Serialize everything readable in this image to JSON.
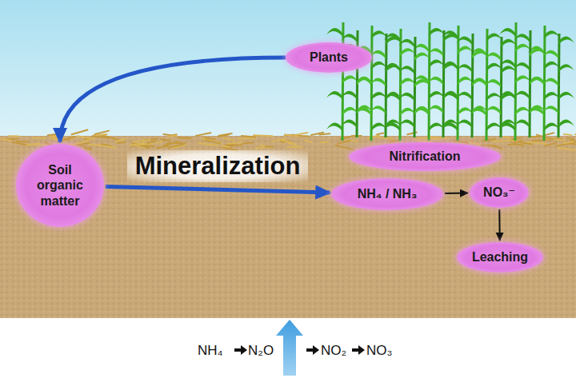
{
  "diagram": {
    "nodes": [
      {
        "text": [
          "Plants"
        ]
      },
      {
        "text": [
          "Soil organic matter"
        ]
      },
      {
        "text": [
          "Nitrification"
        ]
      },
      {
        "text": [
          "NH₄ / NH₃"
        ]
      },
      {
        "text": [
          "NO₃⁻"
        ]
      },
      {
        "text": [
          "Leaching"
        ]
      }
    ],
    "edges": [
      {
        "from": 0,
        "to": 1,
        "arrow": "to"
      },
      {
        "from": 1,
        "to": 3,
        "label": "Mineralization",
        "arrow": "to"
      },
      {
        "from": 3,
        "to": 4,
        "arrow": "to"
      },
      {
        "from": 4,
        "to": 5,
        "arrow": "to"
      }
    ],
    "labels": [
      "NH₄",
      "N₂O",
      "NO₂",
      "NO₃"
    ]
  }
}
